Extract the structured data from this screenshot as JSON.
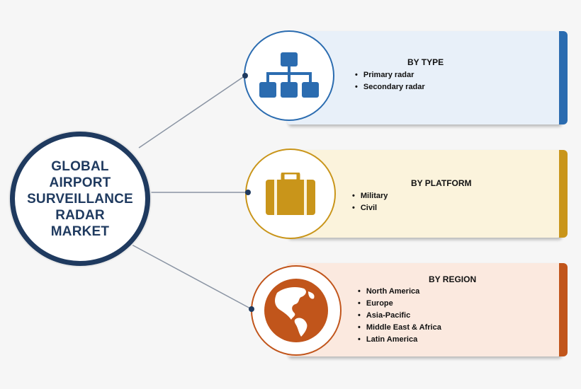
{
  "hub": {
    "lines": [
      "GLOBAL",
      "AIRPORT",
      "SURVEILLANCE",
      "RADAR",
      "MARKET"
    ]
  },
  "colors": {
    "navy": "#1f3a5f",
    "type_accent": "#2b6cb0",
    "type_fill": "#e8f0f9",
    "platform_accent": "#c9951a",
    "platform_fill": "#fbf3dc",
    "region_accent": "#c1551b",
    "region_fill": "#fbe9df"
  },
  "segments": [
    {
      "heading": "BY TYPE",
      "icon": "hierarchy-icon",
      "items": [
        "Primary radar",
        "Secondary radar"
      ]
    },
    {
      "heading": "BY PLATFORM",
      "icon": "briefcase-icon",
      "items": [
        "Military",
        "Civil"
      ]
    },
    {
      "heading": "BY REGION",
      "icon": "globe-icon",
      "items": [
        "North America",
        "Europe",
        "Asia-Pacific",
        "Middle East & Africa",
        "Latin America"
      ]
    }
  ]
}
